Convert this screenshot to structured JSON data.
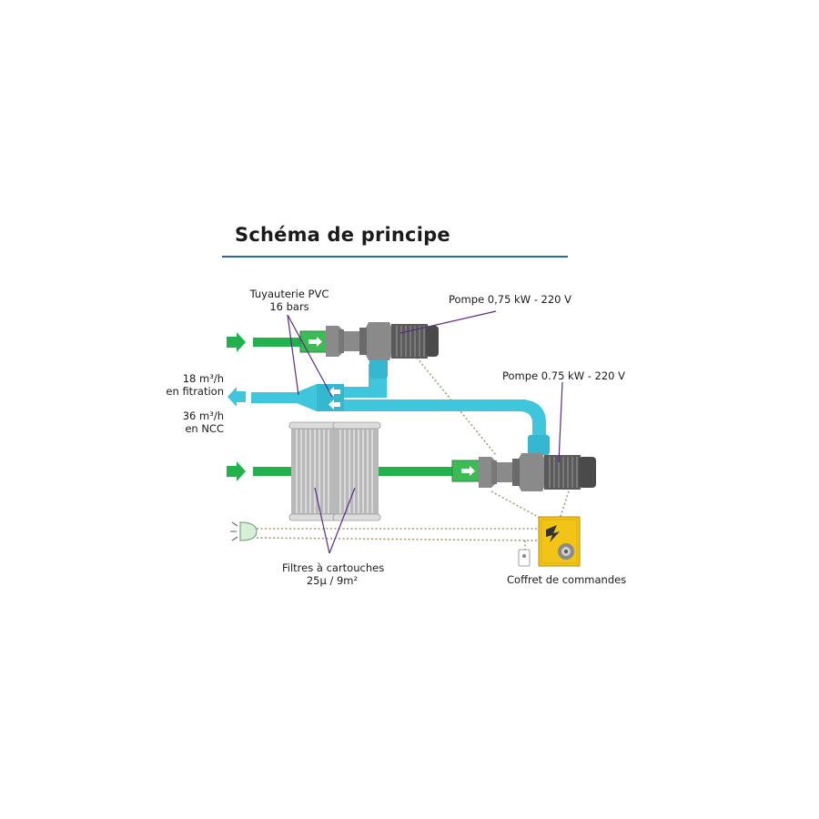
{
  "title": "Schéma de principe",
  "labels": {
    "pipe_line1": "Tuyauterie PVC",
    "pipe_line2": "16 bars",
    "pump1": "Pompe 0,75 kW - 220 V",
    "pump2": "Pompe 0.75 kW - 220 V",
    "flow1_line1": "18 m³/h",
    "flow1_line2": "en fitration",
    "flow2_line1": "36 m³/h",
    "flow2_line2": "en NCC",
    "filters_line1": "Filtres à cartouches",
    "filters_line2": "25µ / 9m²",
    "control_box": "Coffret de commandes"
  },
  "colors": {
    "title_rule": "#2d6b8e",
    "inlet_pipe": "#22b14c",
    "outlet_pipe": "#3fc6dc",
    "pump_body": "#8a8a8a",
    "motor": "#5a5a5a",
    "control_box": "#f2c416",
    "leader_line": "#5b2c83",
    "cable": "#a89c70"
  },
  "icons": [
    "inlet-arrow-icon",
    "outlet-arrow-icon",
    "flow-arrow-icon",
    "pump-icon",
    "motor-icon",
    "cartridge-filter-icon",
    "lightning-icon",
    "gauge-icon",
    "projector-light-icon",
    "remote-button-icon"
  ]
}
